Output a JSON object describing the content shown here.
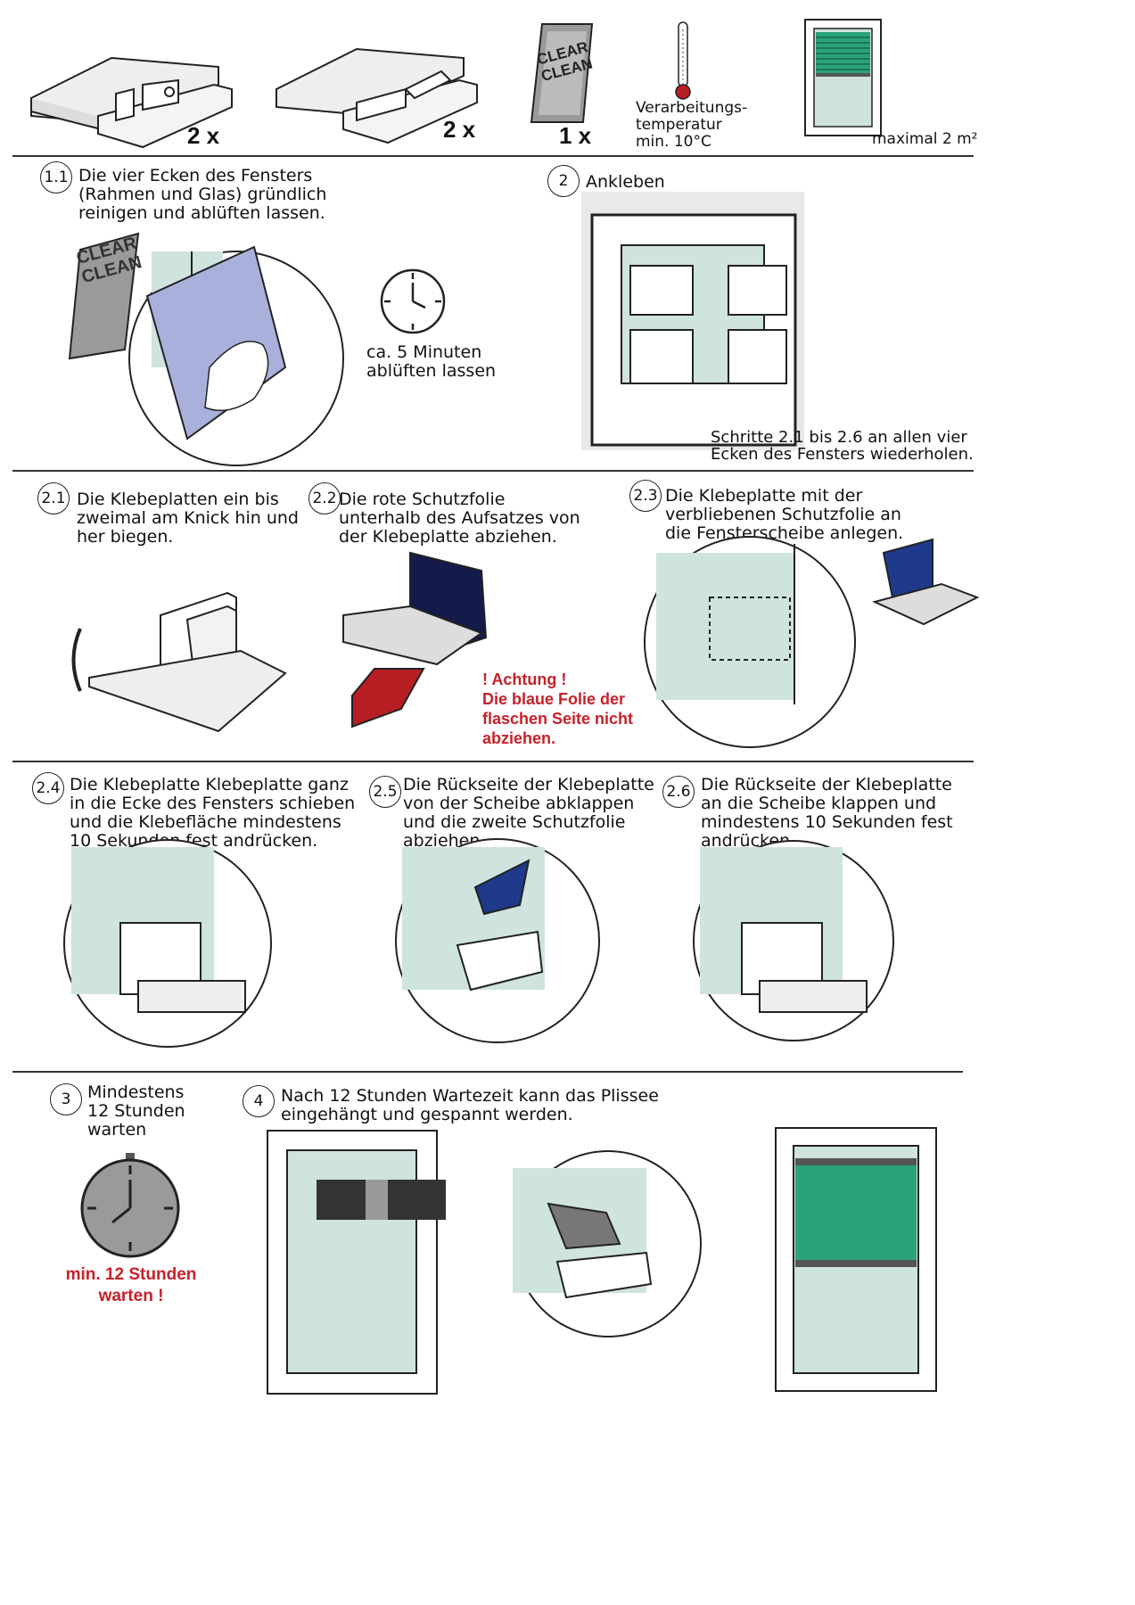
{
  "colors": {
    "glass": "#cfe3df",
    "blue": "#1f3a8a",
    "navy": "#141a4a",
    "red": "#b81e24",
    "green": "#2aa37a",
    "warning": "#c8202a",
    "clean_pad": "#9a9a9a"
  },
  "materials": {
    "qty1": "2 x",
    "qty2": "2 x",
    "qty3": "1 x",
    "clean_label": "CLEAR\nCLEAN",
    "temperature": "Verarbeitungs-\ntemperatur\nmin. 10°C",
    "max_size": "maximal 2 m²"
  },
  "step1_1": {
    "number": "1.1",
    "text": "Die vier Ecken des Fensters\n(Rahmen und Glas) gründlich\nreinigen und ablüften lassen.",
    "clock_text": "ca. 5 Minuten\nablüften lassen"
  },
  "step2": {
    "number": "2",
    "title": "Ankleben",
    "note": "Schritte 2.1 bis 2.6 an allen vier\nEcken des Fensters wiederholen."
  },
  "step2_1": {
    "number": "2.1",
    "text": "Die Klebeplatten ein bis\nzweimal am Knick hin und\nher biegen."
  },
  "step2_2": {
    "number": "2.2",
    "text": "Die rote Schutzfolie\nunterhalb des Aufsatzes von\nder Klebeplatte abziehen.",
    "warning": "! Achtung !\nDie blaue Folie der\nflaschen Seite nicht\nabziehen."
  },
  "step2_3": {
    "number": "2.3",
    "text": "Die Klebeplatte mit der\nverbliebenen Schutzfolie an\ndie Fensterscheibe anlegen."
  },
  "step2_4": {
    "number": "2.4",
    "text": "Die Klebeplatte Klebeplatte ganz\nin die Ecke des Fensters schieben\nund die Klebefläche mindestens\n10 Sekunden fest andrücken."
  },
  "step2_5": {
    "number": "2.5",
    "text": "Die Rückseite der Klebeplatte\nvon der Scheibe abklappen\nund die zweite Schutzfolie\nabziehen."
  },
  "step2_6": {
    "number": "2.6",
    "text": "Die Rückseite der Klebeplatte\nan die Scheibe klappen und\nmindestens 10 Sekunden fest\nandrücken."
  },
  "step3": {
    "number": "3",
    "text": "Mindestens\n12 Stunden\nwarten",
    "warning": "min. 12 Stunden\nwarten !"
  },
  "step4": {
    "number": "4",
    "text": "Nach 12 Stunden Wartezeit kann das Plissee\neingehängt und gespannt werden."
  }
}
